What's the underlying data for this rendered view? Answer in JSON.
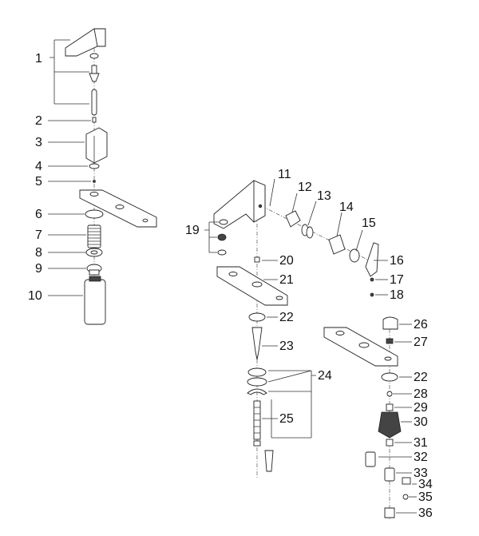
{
  "labels": [
    "1",
    "2",
    "3",
    "4",
    "5",
    "6",
    "7",
    "8",
    "9",
    "10",
    "11",
    "12",
    "13",
    "14",
    "15",
    "16",
    "17",
    "18",
    "19",
    "20",
    "21",
    "22",
    "23",
    "24",
    "25",
    "22",
    "26",
    "27",
    "28",
    "29",
    "30",
    "31",
    "32",
    "33",
    "34",
    "35",
    "36"
  ]
}
